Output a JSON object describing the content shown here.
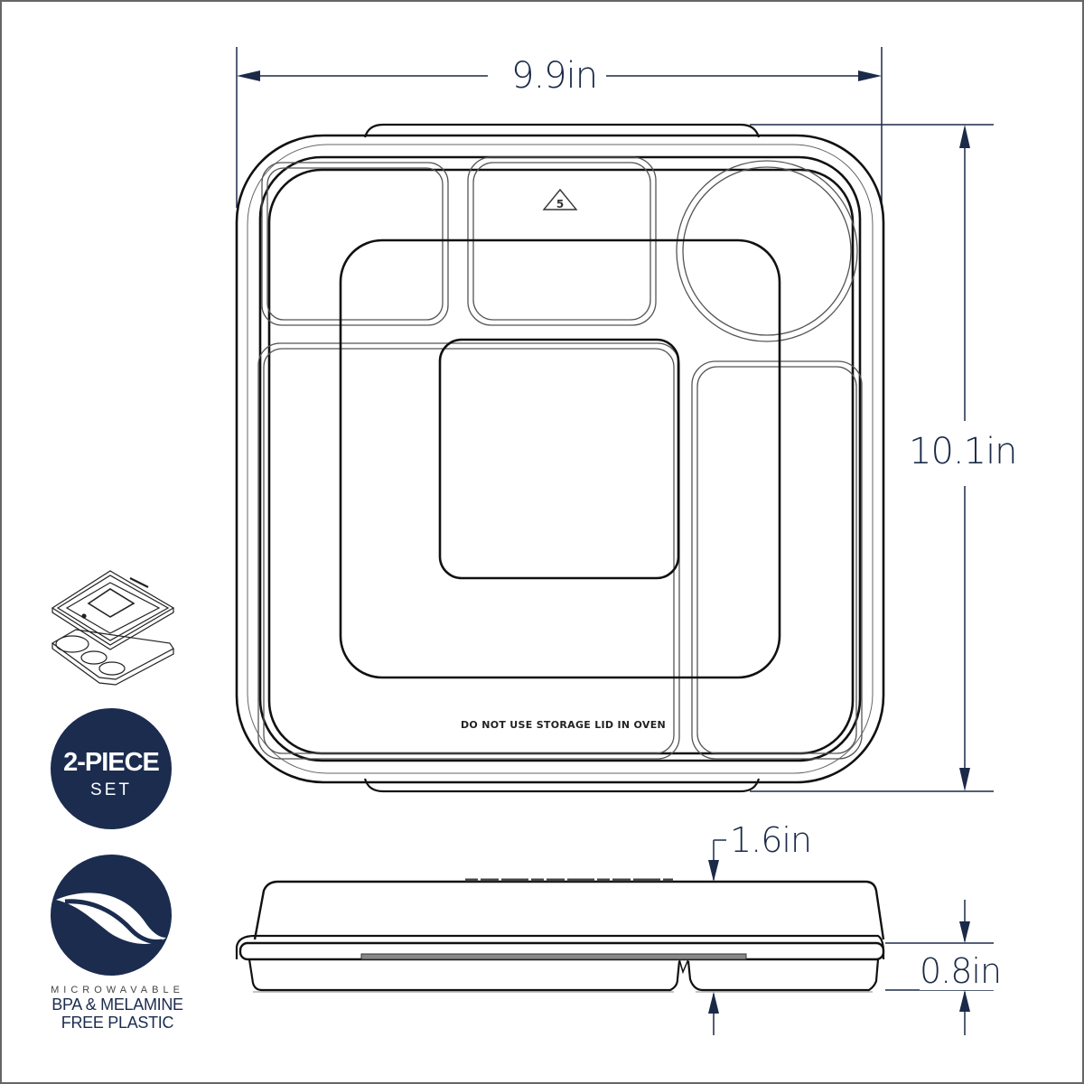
{
  "product": {
    "view_top": "top-view",
    "view_side": "side-view"
  },
  "dimensions": {
    "width": "9.9in",
    "length": "10.1in",
    "total_height": "1.6in",
    "base_height": "0.8in"
  },
  "lid_marking": {
    "warning_text": "DO NOT USE STORAGE LID IN OVEN",
    "recycle_code": "5"
  },
  "badges": {
    "set_badge": {
      "line1": "2-PIECE",
      "line2": "SET"
    },
    "material_badge": {
      "icon": "leaf-icon",
      "line1": "MICROWAVABLE",
      "line2": "BPA & MELAMINE",
      "line3": "FREE PLASTIC"
    }
  },
  "colors": {
    "navy": "#1b2c4f",
    "line": "#111111",
    "dimension": "#1b2a48",
    "frame": "#666666"
  }
}
